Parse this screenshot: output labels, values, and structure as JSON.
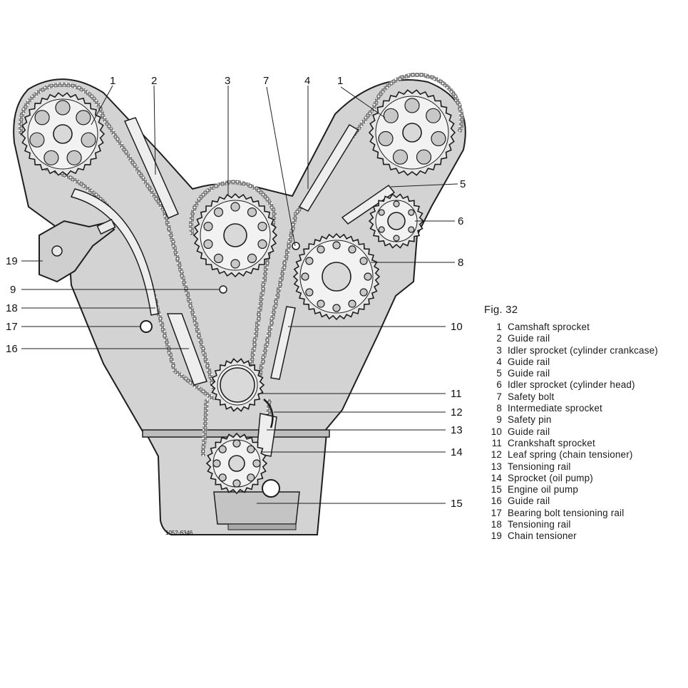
{
  "figure": {
    "caption": "Fig. 32",
    "drawing_code": "1052-6346"
  },
  "callouts": [
    "1",
    "2",
    "3",
    "7",
    "4",
    "1",
    "5",
    "6",
    "8",
    "19",
    "9",
    "18",
    "17",
    "16",
    "10",
    "11",
    "12",
    "13",
    "14",
    "15"
  ],
  "legend": [
    {
      "num": "1",
      "text": "Camshaft sprocket"
    },
    {
      "num": "2",
      "text": "Guide rail"
    },
    {
      "num": "3",
      "text": "Idler sprocket (cylinder crankcase)"
    },
    {
      "num": "4",
      "text": "Guide rail"
    },
    {
      "num": "5",
      "text": "Guide rail"
    },
    {
      "num": "6",
      "text": "Idler sprocket (cylinder head)"
    },
    {
      "num": "7",
      "text": "Safety bolt"
    },
    {
      "num": "8",
      "text": "Intermediate sprocket"
    },
    {
      "num": "9",
      "text": "Safety pin"
    },
    {
      "num": "10",
      "text": "Guide rail"
    },
    {
      "num": "11",
      "text": "Crankshaft sprocket"
    },
    {
      "num": "12",
      "text": "Leaf spring (chain tensioner)"
    },
    {
      "num": "13",
      "text": "Tensioning rail"
    },
    {
      "num": "14",
      "text": "Sprocket (oil pump)"
    },
    {
      "num": "15",
      "text": "Engine oil pump"
    },
    {
      "num": "16",
      "text": "Guide rail"
    },
    {
      "num": "17",
      "text": "Bearing bolt tensioning rail"
    },
    {
      "num": "18",
      "text": "Tensioning rail"
    },
    {
      "num": "19",
      "text": "Chain tensioner"
    }
  ],
  "colors": {
    "block_fill": "#d3d3d3",
    "line": "#1e1e1e",
    "paper": "#ffffff"
  }
}
